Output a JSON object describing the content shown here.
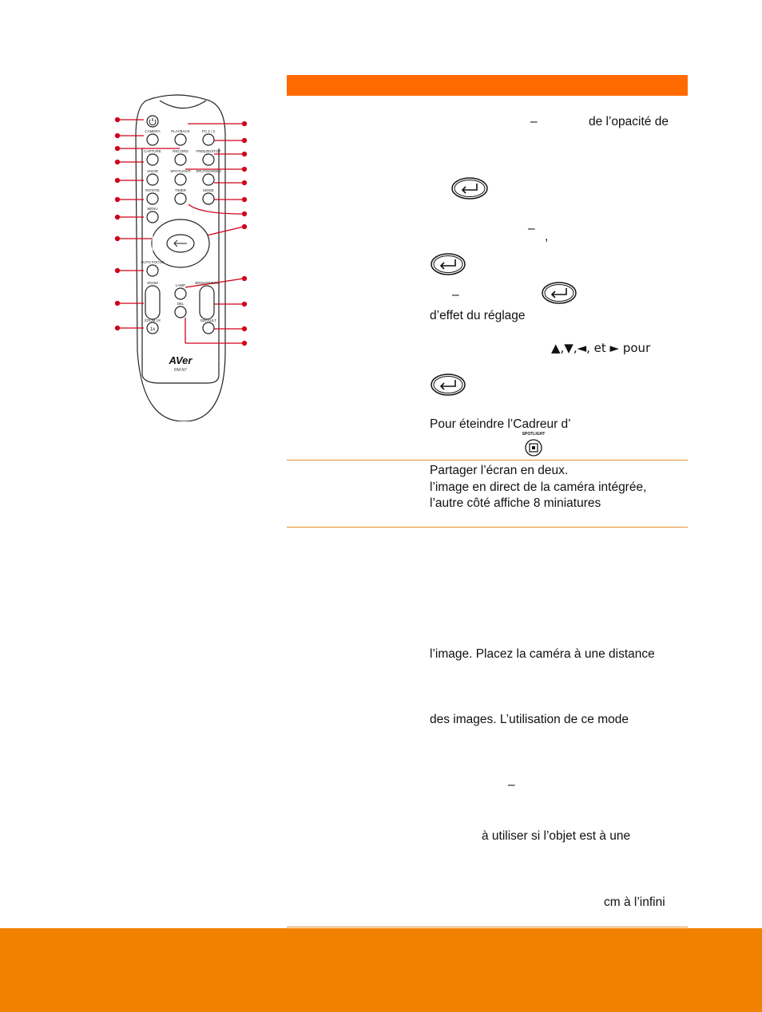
{
  "remote": {
    "brand": "AVer",
    "model": "RM-N7",
    "button_labels": {
      "camera": "CAMERA",
      "playback": "PLAYBACK",
      "pc": "PC 1 / 2",
      "capture": "CAPTURE",
      "record": "RECORD",
      "freeze": "FREEZE/STOP",
      "visor": "VISOR",
      "spotlight": "SPOTLIGHT",
      "splitscreen": "SPLITSCREEN",
      "rotate": "ROTATE",
      "timer": "TIMER",
      "mode": "MODE",
      "menu": "MENU",
      "autofocus": "AUTO FOCUS",
      "zoom": "ZOOM",
      "lamp": "LAMP",
      "brightness": "BRIGHTNESS",
      "del": "DEL",
      "zoom1x": "ZOOM 1X",
      "default": "DEFAULT",
      "one_x": "1x"
    }
  },
  "text": {
    "l1_dash": "–",
    "l1_right": "de l’opacité de",
    "l2_dash": "–",
    "l2_comma": ",",
    "l3_dash": "–",
    "l4": "d’effet du réglage",
    "l5_arrows": "▲,▼,◄, et ► pour",
    "l6": "Pour éteindre l’Cadreur d’",
    "split1": "Partager l’écran en deux.",
    "split2": "l’image en direct de la caméra intégrée,",
    "split3": "l’autre côté affiche 8 miniatures",
    "m1": "l’image. Placez la caméra à une distance",
    "m2": "des images. L’utilisation de ce mode",
    "m3_dash": "–",
    "m4": "à utiliser si l’objet est à une",
    "m5": "cm à l’infini"
  },
  "icons": {
    "enter": "enter-key-icon",
    "spotlight": "spotlight-icon",
    "spotlight_label": "SPOTLIGHT"
  },
  "colors": {
    "header": "#ff6a00",
    "footer": "#f18200",
    "rule": "#e8902a",
    "callout": "#d0021b"
  }
}
